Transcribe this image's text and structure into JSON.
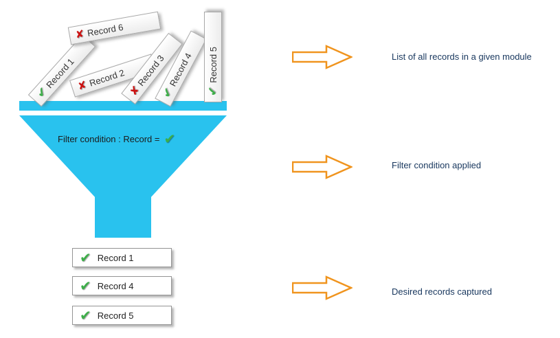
{
  "pile_records": [
    {
      "label": "Record 1",
      "mark": "check"
    },
    {
      "label": "Record 2",
      "mark": "cross"
    },
    {
      "label": "Record 3",
      "mark": "cross"
    },
    {
      "label": "Record 4",
      "mark": "check"
    },
    {
      "label": "Record 5",
      "mark": "check"
    },
    {
      "label": "Record 6",
      "mark": "cross"
    }
  ],
  "funnel": {
    "filter_label": "Filter condition : Record ="
  },
  "result_records": [
    {
      "label": "Record 1"
    },
    {
      "label": "Record 4"
    },
    {
      "label": "Record 5"
    }
  ],
  "annotations": [
    {
      "text": "List of all records in a given module"
    },
    {
      "text": "Filter condition applied"
    },
    {
      "text": "Desired records captured"
    }
  ],
  "icons": {
    "check": "✔",
    "cross": "✘"
  },
  "colors": {
    "funnel": "#29c2ee",
    "arrow_outline": "#f0941e",
    "annotation_text": "#17365d",
    "check_green": "#3dae49",
    "cross_red": "#cc1111"
  }
}
